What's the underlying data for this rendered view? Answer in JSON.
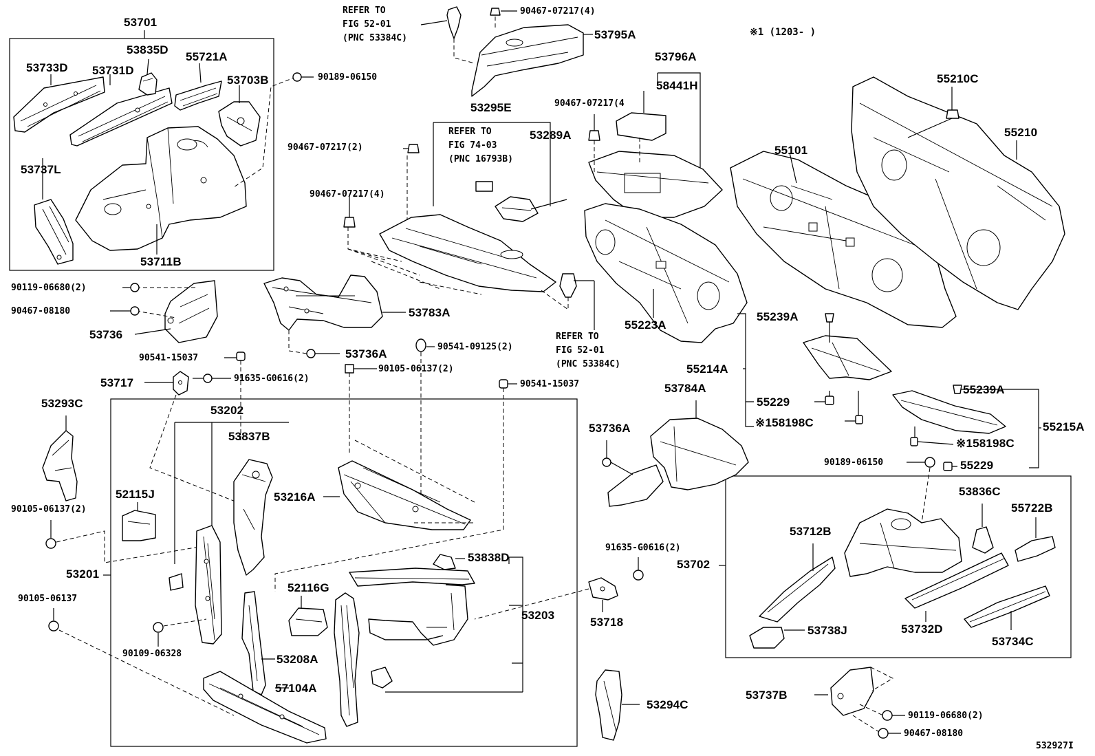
{
  "diagram": {
    "figure_number": "532927I",
    "note": "※1 (1203-      )",
    "groups": {
      "g53701": "53701",
      "g53702": "53702",
      "g53203": "53203",
      "g53201": "53201",
      "g53202": "53202",
      "g53796A": "53796A",
      "g53295E": "53295E",
      "g55214A": "55214A",
      "g55215A": "55215A"
    },
    "references": {
      "ref1": "REFER TO\nFIG 52-01\n(PNC 53384C)",
      "ref2": "REFER TO\nFIG 74-03\n(PNC 16793B)",
      "ref3": "REFER TO\nFIG 52-01\n(PNC 53384C)"
    },
    "parts": {
      "p53733D": "53733D",
      "p53731D": "53731D",
      "p53835D": "53835D",
      "p55721A": "55721A",
      "p53703B": "53703B",
      "p53737L": "53737L",
      "p53711B": "53711B",
      "p53795A": "53795A",
      "p58441H": "58441H",
      "p53289A": "53289A",
      "p53783A": "53783A",
      "p53736A_1": "53736A",
      "p53736": "53736",
      "p53717": "53717",
      "p53293C": "53293C",
      "p52115J": "52115J",
      "p53837B": "53837B",
      "p53216A": "53216A",
      "p53838D": "53838D",
      "p52116G": "52116G",
      "p53208A": "53208A",
      "p57104A": "57104A",
      "p55223A": "55223A",
      "p55101": "55101",
      "p55210C": "55210C",
      "p55210": "55210",
      "p55239A_1": "55239A",
      "p55229_1": "55229",
      "p58198C_1": "※158198C",
      "p55239A_2": "55239A",
      "p58198C_2": "※158198C",
      "p55229_2": "55229",
      "p53784A": "53784A",
      "p53736A_2": "53736A",
      "p53718": "53718",
      "p53294C": "53294C",
      "p53712B": "53712B",
      "p53836C": "53836C",
      "p55722B": "55722B",
      "p53738J": "53738J",
      "p53732D": "53732D",
      "p53734C": "53734C",
      "p53737B": "53737B"
    },
    "fasteners": {
      "f1": "90189-06150",
      "f2": "90467-07217(4)",
      "f3": "90467-07217(4",
      "f4": "90467-07217(2)",
      "f5": "90467-07217(4)",
      "f6": "90119-06680(2)",
      "f7": "90467-08180",
      "f8": "90541-15037",
      "f9": "90541-09125(2)",
      "f10": "91635-G0616(2)",
      "f11": "90105-06137(2)",
      "f12": "90541-15037",
      "f13": "90105-06137(2)",
      "f14": "90105-06137",
      "f15": "90109-06328",
      "f16": "91635-G0616(2)",
      "f17": "90189-06150",
      "f18": "90119-06680(2)",
      "f19": "90467-08180"
    }
  }
}
